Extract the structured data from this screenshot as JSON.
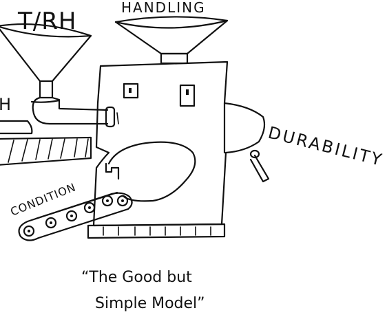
{
  "labels": {
    "handling": "HANDLING",
    "trh": "T/RH",
    "h": "H",
    "durability": "DURABILITY",
    "condition": "CONDITION"
  },
  "caption": {
    "line1": "“The Good but",
    "line2": "Simple Model”"
  }
}
